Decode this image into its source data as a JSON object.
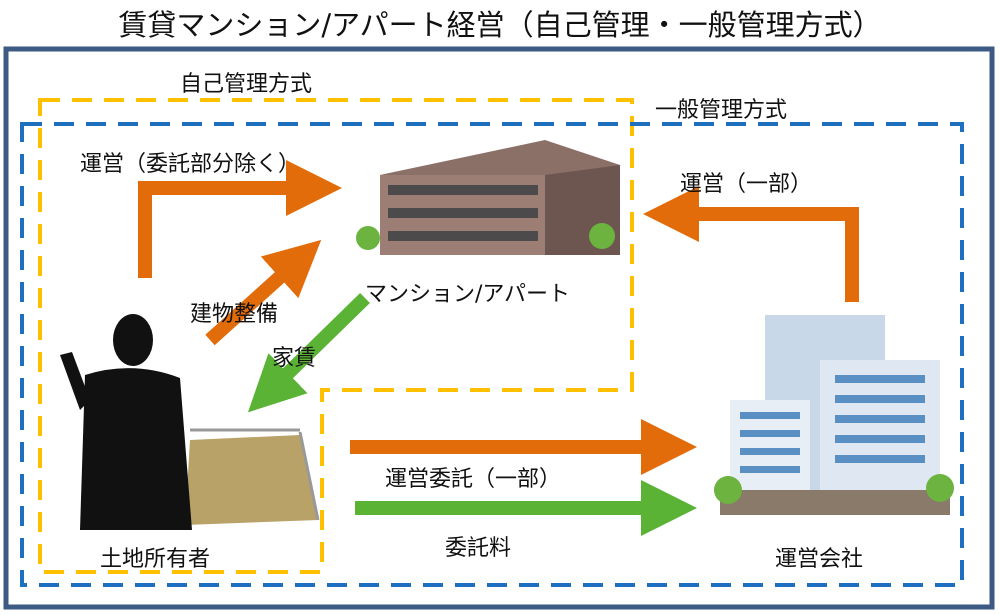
{
  "title": "賃貸マンション/アパート経営（自己管理・一般管理方式）",
  "regions": {
    "self_management": "自己管理方式",
    "general_management": "一般管理方式"
  },
  "entities": {
    "apartment": "マンション/アパート",
    "owner": "土地所有者",
    "company": "運営会社"
  },
  "flows": {
    "owner_operation": "運営（委託部分除く）",
    "building_maintenance": "建物整備",
    "rent": "家賃",
    "company_operation": "運営（一部）",
    "operation_outsourcing": "運営委託（一部）",
    "outsourcing_fee": "委託料"
  },
  "colors": {
    "frame": "#3d5a85",
    "self_region": "#ffc000",
    "general_region": "#1f6fc0",
    "orange_arrow": "#e36c0a",
    "green_arrow": "#5bb335"
  }
}
